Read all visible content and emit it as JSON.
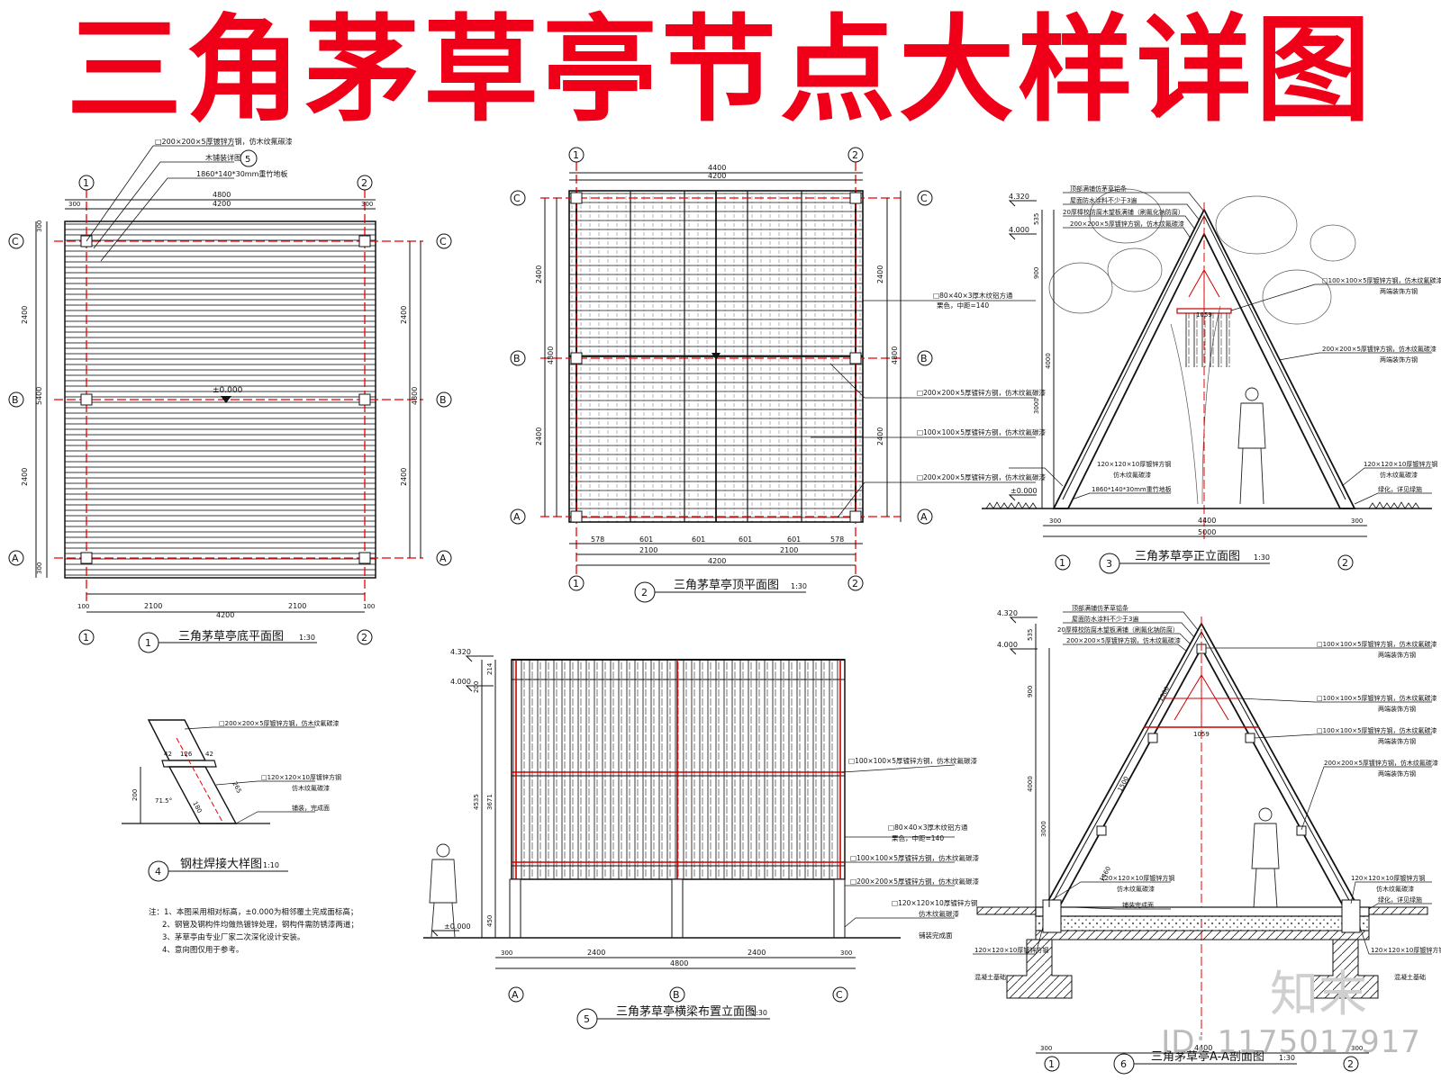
{
  "title": "三角茅草亭节点大样详图",
  "watermark": "ID: 1175017917",
  "watermark_logo": "知末",
  "axis": {
    "a": "A",
    "b": "B",
    "c": "C",
    "n1": "1",
    "n2": "2",
    "n3": "3",
    "n4": "4",
    "n5": "5",
    "n6": "6"
  },
  "views": {
    "v1": {
      "num": "1",
      "title": "三角茅草亭底平面图",
      "scale": "1:30"
    },
    "v2": {
      "num": "2",
      "title": "三角茅草亭顶平面图",
      "scale": "1:30"
    },
    "v3": {
      "num": "3",
      "title": "三角茅草亭正立面图",
      "scale": "1:30"
    },
    "v4": {
      "num": "4",
      "title": "钢柱焊接大样图",
      "scale": "1:10"
    },
    "v5": {
      "num": "5",
      "title": "三角茅草亭横梁布置立面图",
      "scale": "1:30"
    },
    "v6": {
      "num": "6",
      "title": "三角茅草亭A-A剖面图",
      "scale": "1:30"
    }
  },
  "dims": {
    "d4800": "4800",
    "d4200": "4200",
    "d2100": "2100",
    "d2400": "2400",
    "d300": "300",
    "d100": "100",
    "d4400": "4400",
    "d5000": "5000",
    "d4000": "4000",
    "d3000": "3000",
    "d900": "900",
    "d535": "535",
    "d578": "578",
    "d601": "601",
    "d1059": "1059",
    "d4535": "4535",
    "d3671": "3671",
    "d214": "214",
    "d450": "450",
    "d200": "200",
    "d126": "126",
    "d42": "42",
    "d180": "180",
    "d265": "265",
    "d1500": "1500",
    "d1460": "1460",
    "d5400": "5400",
    "angle": "71.5°",
    "e4320": "4.320",
    "e4000": "4.000",
    "e0": "±0.000"
  },
  "labels": {
    "steel200": "□200×200×5厚镀锌方钢，仿木纹氟碳漆",
    "woodDetail": "木铺装详图",
    "bamboo": "1860*140*30mm重竹地板",
    "alum1": "□80×40×3厚木纹铝方通",
    "alum2": "栗色，中距=140",
    "steel100": "□100×100×5厚镀锌方钢，仿木纹氟碳漆",
    "steel200b": "□200×200×5厚镀锌方钢，仿木纹氟碳漆",
    "roof1": "顶部满铺仿茅草铝条",
    "roof2": "屋面防水涂料不少于3遍",
    "roof3": "20厚樟校防腐木望板满铺（刷氟化钠防腐）",
    "roof4": "200×200×5厚镀锌方钢，仿木纹氟碳漆",
    "s100a": "□100×100×5厚镀锌方钢，仿木纹氟碳漆",
    "s100b": "两端装饰方钢",
    "s200a": "200×200×5厚镀锌方钢，仿木纹氟碳漆",
    "s200b": "两端装饰方钢",
    "col120a": "120×120×10厚镀锌方钢",
    "col120b": "仿木纹氟碳漆",
    "green": "绿化，详见绿施",
    "pave": "铺装完成面",
    "concrete": "混凝土基础",
    "weld1": "□200×200×5厚镀锌方钢，仿木纹氟碳漆",
    "weld2": "□120×120×10厚镀锌方钢",
    "weld3": "仿木纹氟碳漆",
    "weld4": "铺装，完成面"
  },
  "notes": {
    "n0": "注：1、本图采用相对标高，±0.000为相邻覆土完成面标高；",
    "n1": "2、钢管及钢构件均做热镀锌处理，钢构件需防锈漆两道；",
    "n2": "3、茅草亭由专业厂家二次深化设计安装。",
    "n3": "4、意向图仅用于参考。"
  }
}
